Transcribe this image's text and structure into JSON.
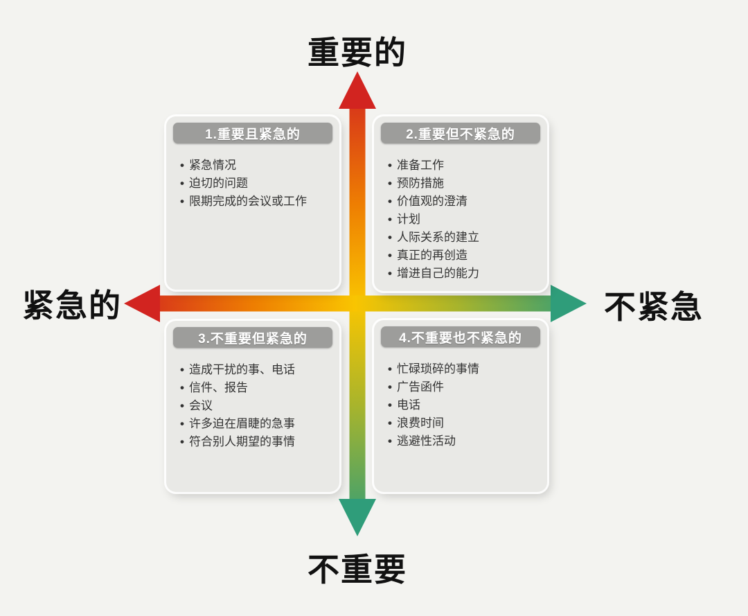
{
  "axes": {
    "top": "重要的",
    "bottom": "不重要",
    "left": "紧急的",
    "right": "不紧急"
  },
  "colors": {
    "background": "#f3f3f0",
    "red": "#d22420",
    "orange": "#ee7e02",
    "yellow": "#f9c501",
    "olive": "#a8b42c",
    "green": "#2f9d7a",
    "box_bg": "#e9e9e6",
    "header_bg": "#9d9d9b",
    "header_text": "#ffffff",
    "item_text": "#333333",
    "axis_text": "#111111"
  },
  "quadrants": [
    {
      "title": "1.重要且紧急的",
      "items": [
        "紧急情况",
        "迫切的问题",
        "限期完成的会议或工作"
      ]
    },
    {
      "title": "2.重要但不紧急的",
      "items": [
        "准备工作",
        "预防措施",
        "价值观的澄清",
        "计划",
        "人际关系的建立",
        "真正的再创造",
        "增进自己的能力"
      ]
    },
    {
      "title": "3.不重要但紧急的",
      "items": [
        "造成干扰的事、电话",
        "信件、报告",
        "会议",
        "许多迫在眉睫的急事",
        "符合别人期望的事情"
      ]
    },
    {
      "title": "4.不重要也不紧急的",
      "items": [
        "忙碌琐碎的事情",
        "广告函件",
        "电话",
        "浪费时间",
        "逃避性活动"
      ]
    }
  ]
}
